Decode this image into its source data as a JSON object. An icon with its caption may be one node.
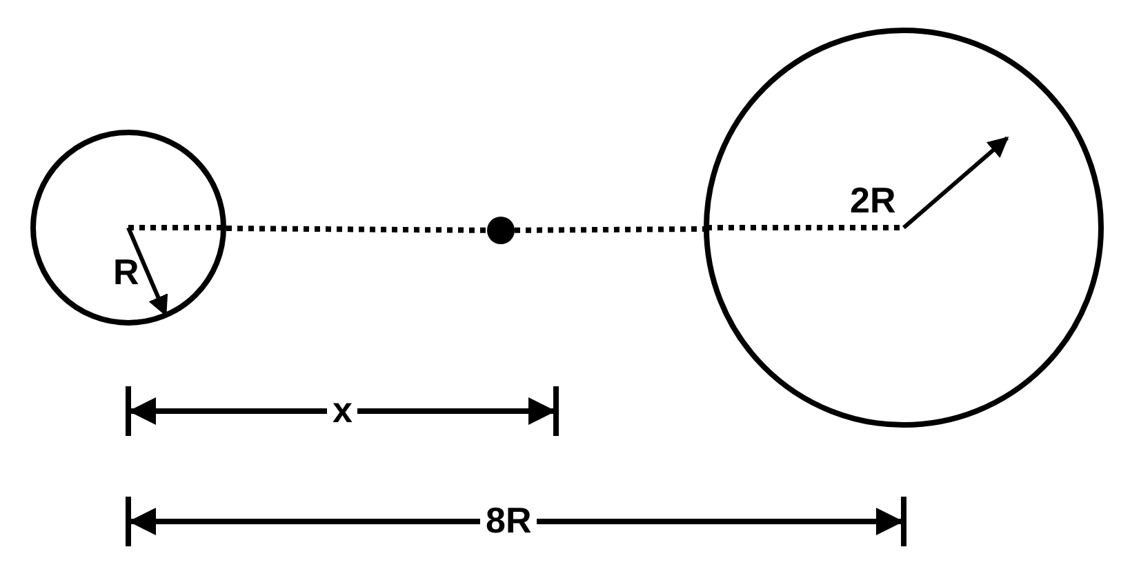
{
  "diagram": {
    "nodes": [
      {
        "text": [],
        "shape": "circle"
      },
      {
        "text": [],
        "shape": "circle"
      },
      {
        "text": [],
        "shape": "circle"
      }
    ],
    "edges": [
      {
        "from": 0,
        "to": 1,
        "arrow": "none",
        "style": "dashed"
      },
      {
        "from": 1,
        "to": 2,
        "arrow": "none",
        "style": "dashed"
      }
    ],
    "labels": [
      "R",
      "2R",
      "x",
      "8R"
    ]
  }
}
